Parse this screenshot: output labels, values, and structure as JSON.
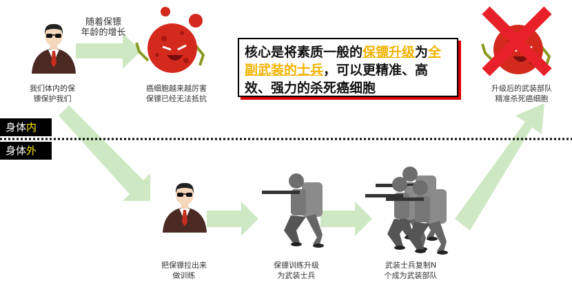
{
  "colors": {
    "arrow": "#cde8c3",
    "highlight": "#f2b200",
    "cancer": "#d42a1e",
    "cross": "#e8202a",
    "shadow": "#dd0000"
  },
  "top": {
    "guard_caption": [
      "我们体内的保",
      "镖保护我们"
    ],
    "arrow_caption": [
      "随着保镖",
      "年龄的增长"
    ],
    "cancer_caption": [
      "癌细胞越来越厉害",
      "保镖已经无法抵抗"
    ],
    "defeated_caption": [
      "升级后的武装部队",
      "精准杀死癌细胞"
    ]
  },
  "core_message": {
    "part1": "核心是将素质一般的",
    "hl1": "保镖升级",
    "part2": "为",
    "hl2": "全副武装的士兵",
    "part3": "，可以更精准、高效、强力的杀死癌细胞"
  },
  "zones": {
    "inside": {
      "text": "身体",
      "hl": "内"
    },
    "outside": {
      "text": "身体",
      "hl": "外"
    }
  },
  "bottom": {
    "train_caption": [
      "把保镖拉出来",
      "做训练"
    ],
    "upgrade_caption": [
      "保镖训练升级",
      "为武装士兵"
    ],
    "replicate_caption": [
      "武装士兵复制N",
      "个成为武装部队"
    ]
  },
  "icons": [
    "bodyguard-icon",
    "cancer-cell-icon",
    "soldier-icon",
    "soldier-squad-icon",
    "red-cross-icon",
    "arrow-icon"
  ]
}
